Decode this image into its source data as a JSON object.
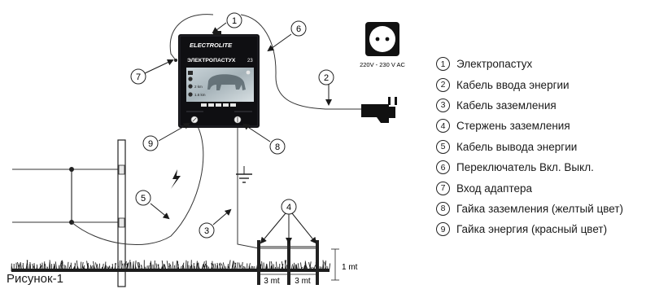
{
  "device": {
    "brand": "ELECTROLITE",
    "model": "ЭЛЕКТРОПАСТУХ",
    "model_suffix": "23",
    "readout_1": "2 km",
    "readout_2": "1.6 km"
  },
  "socket": {
    "voltage_label": "220V - 230 V AC"
  },
  "callouts": [
    "1",
    "2",
    "3",
    "4",
    "5",
    "6",
    "7",
    "8",
    "9"
  ],
  "legend": [
    {
      "num": "1",
      "text": "Электропастух"
    },
    {
      "num": "2",
      "text": "Кабель ввода энергии"
    },
    {
      "num": "3",
      "text": "Кабель заземления"
    },
    {
      "num": "4",
      "text": "Стержень заземления"
    },
    {
      "num": "5",
      "text": "Кабель вывода энергии"
    },
    {
      "num": "6",
      "text": "Переключатель Вкл. Выкл."
    },
    {
      "num": "7",
      "text": "Вход адаптера"
    },
    {
      "num": "8",
      "text": "Гайка заземления (желтый цвет)"
    },
    {
      "num": "9",
      "text": "Гайка энергия (красный цвет)"
    }
  ],
  "dimensions": {
    "height_label": "1 mt",
    "spacing_label_1": "3 mt",
    "spacing_label_2": "3 mt"
  },
  "caption": "Рисунок-1"
}
